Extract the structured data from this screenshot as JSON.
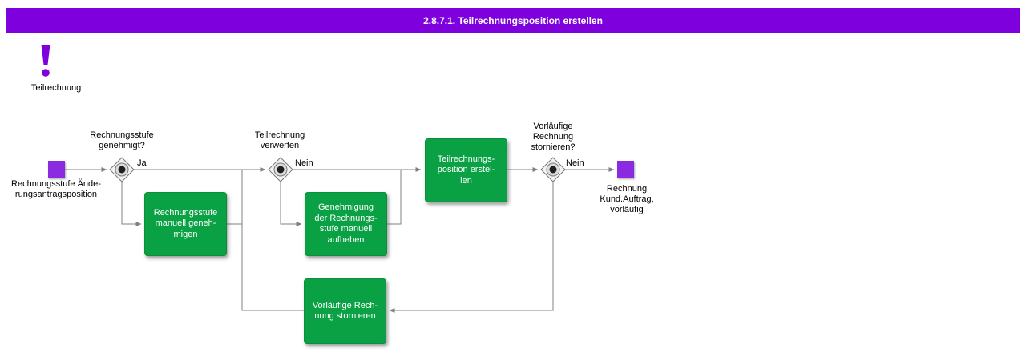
{
  "header": {
    "title": "2.8.7.1. Teilrechnungsposition erstellen"
  },
  "note": {
    "icon": "exclamation-icon",
    "label": "Teilrechnung"
  },
  "events": {
    "start": {
      "label": "Rechnungsstufe Ände-\nrungsantragsposition"
    },
    "end": {
      "label": "Rechnung\nKund.Auftrag,\nvorläufig"
    }
  },
  "gateways": {
    "g1": {
      "label": "Rechnungsstufe\ngenehmigt?",
      "branch": "Ja"
    },
    "g2": {
      "label": "Teilrechnung\nverwerfen",
      "branch": "Nein"
    },
    "g3": {
      "label": "Vorläufige\nRechnung\nstornieren?",
      "branch": "Nein"
    }
  },
  "activities": {
    "approve_manually": {
      "label": "Rechnungsstufe\nmanuell geneh-\nmigen"
    },
    "revoke_approval": {
      "label": "Genehmigung\nder Rechnungs-\nstufe manuell\naufheben"
    },
    "create_position": {
      "label": "Teilrechnungs-\nposition erstel-\nlen"
    },
    "cancel_invoice": {
      "label": "Vorläufige Rech-\nnung stornieren"
    }
  },
  "colors": {
    "header_purple": "#7e00dd",
    "event_purple": "#8a2be2",
    "activity_green": "#0aa044",
    "line_gray": "#808080"
  }
}
